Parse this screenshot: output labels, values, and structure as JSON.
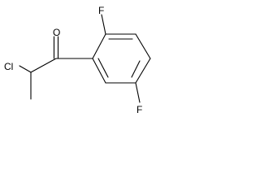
{
  "molecule": {
    "atoms": {
      "oxygen": "O",
      "fluorine_top": "F",
      "fluorine_bottom": "F",
      "chlorine": "Cl"
    },
    "colors": {
      "bond": "#000000",
      "label": "#000000",
      "background": "#ffffff"
    }
  }
}
